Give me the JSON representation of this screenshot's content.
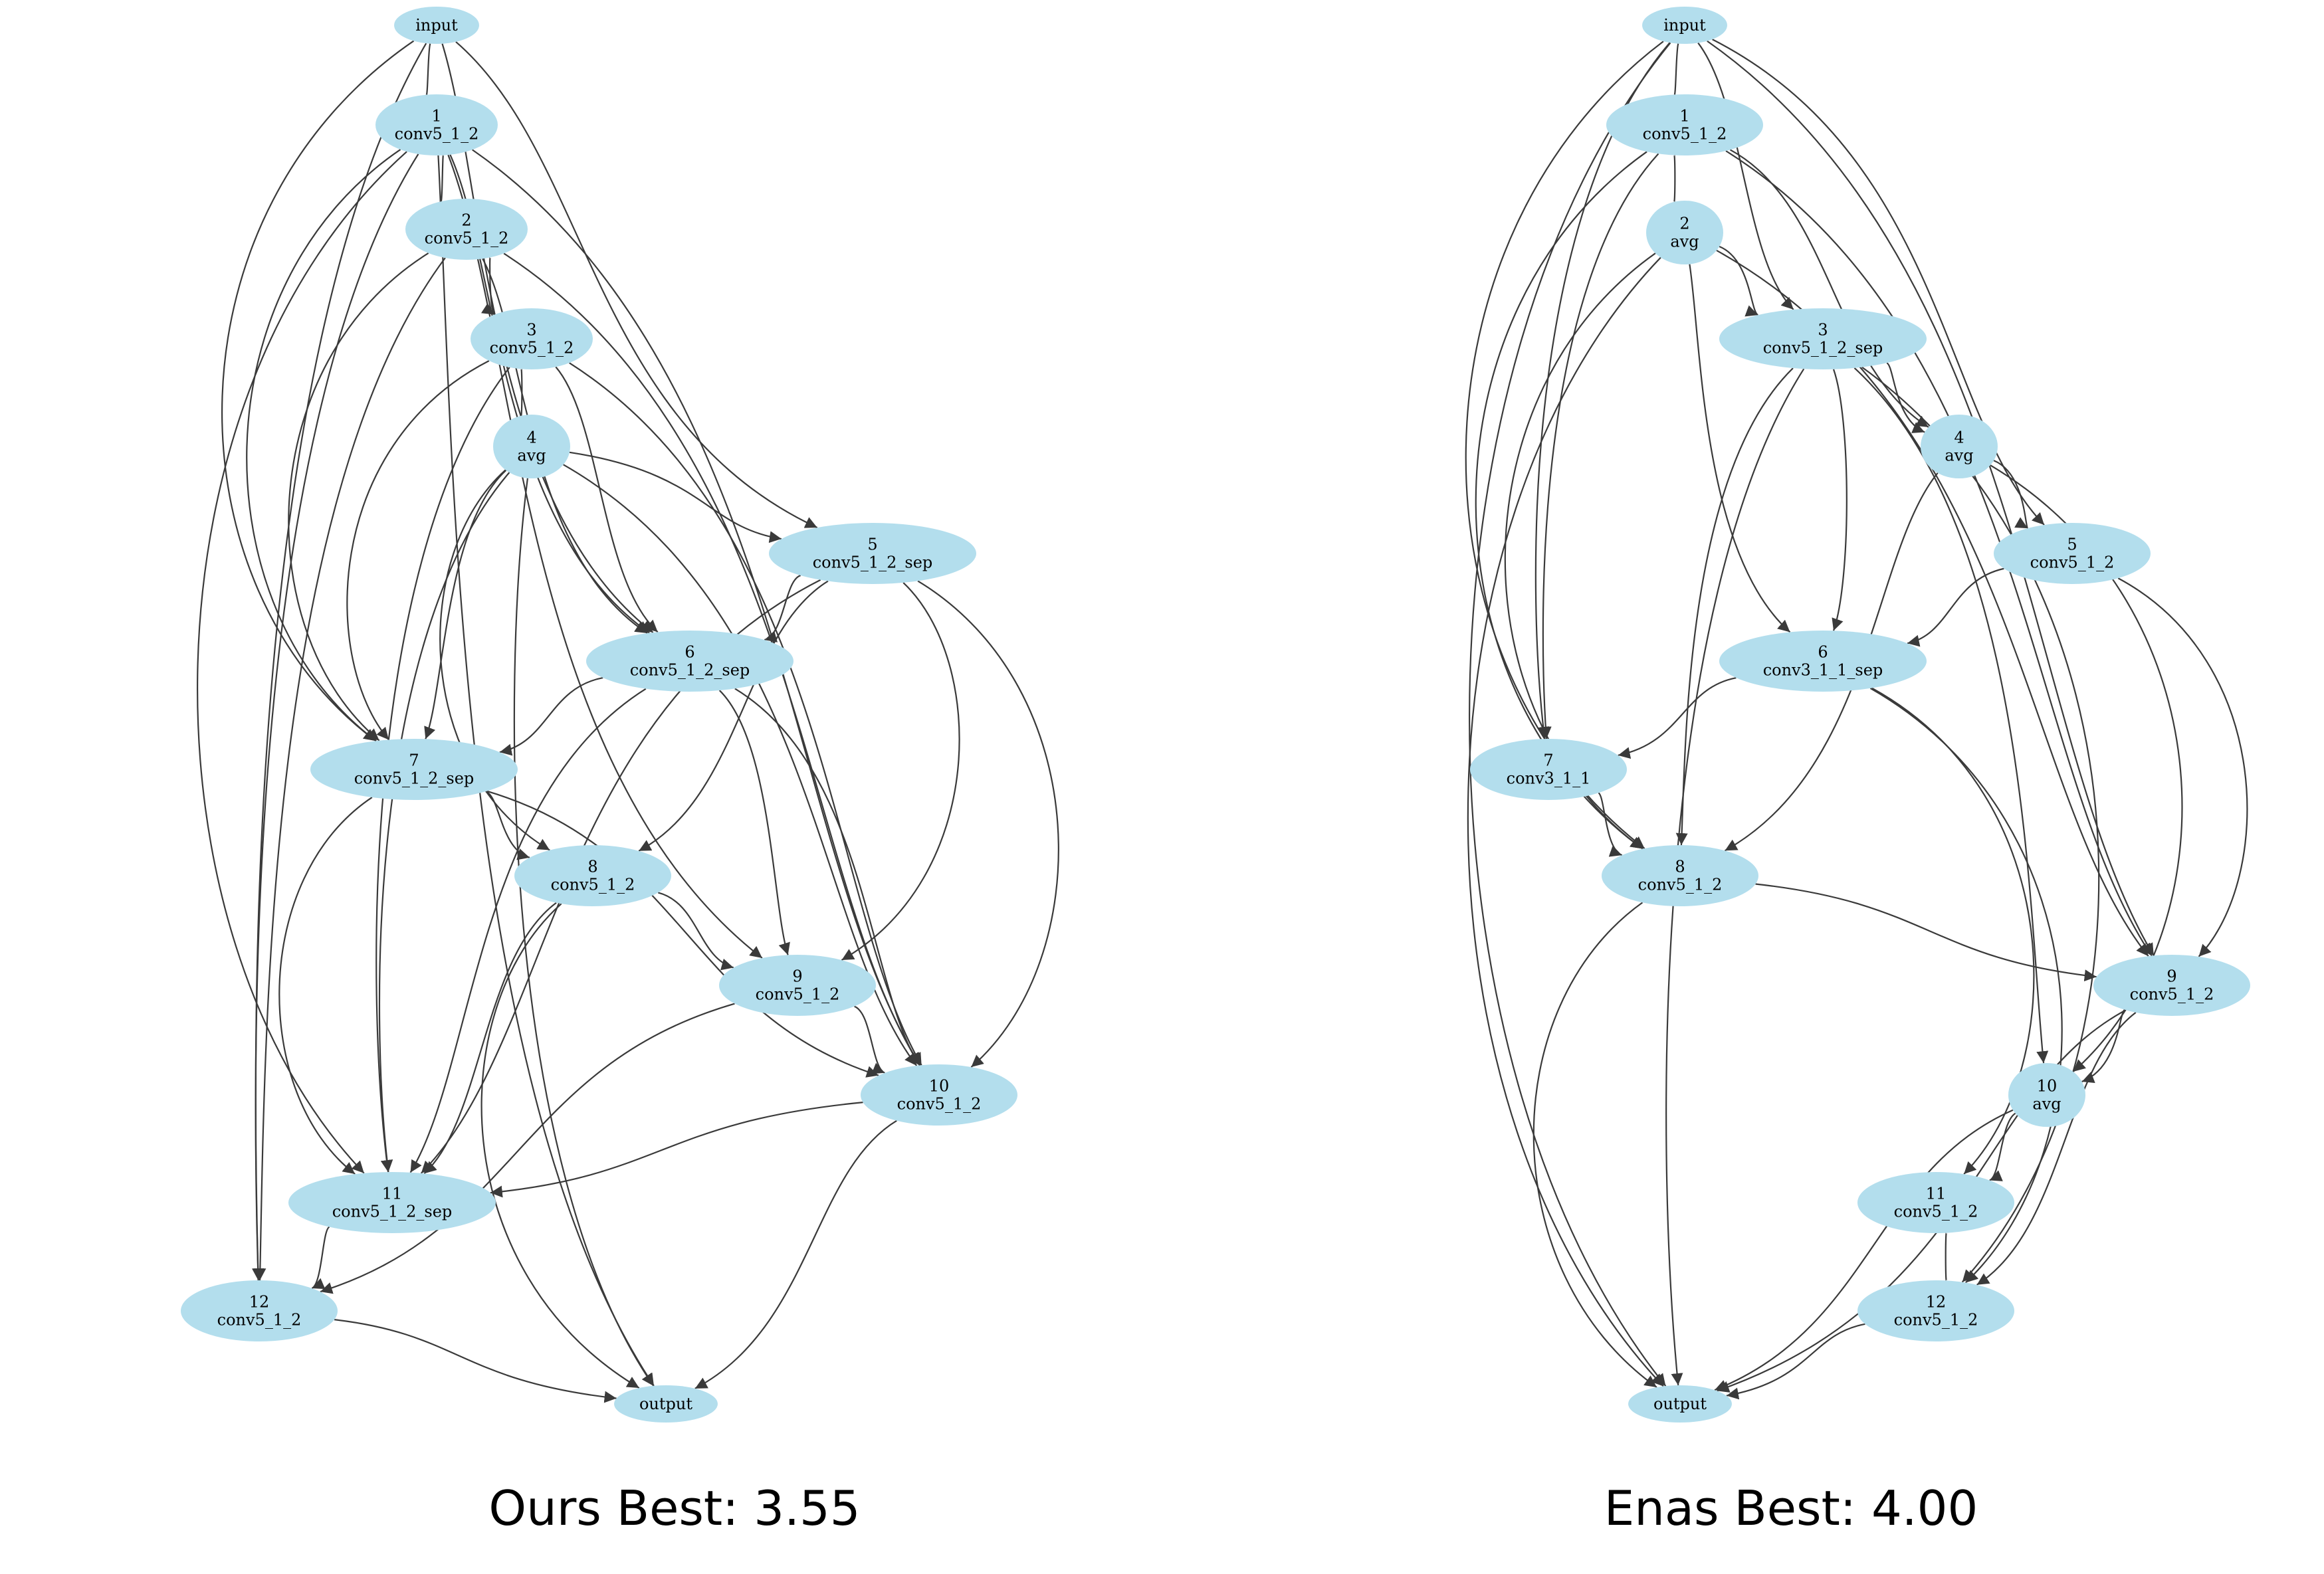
{
  "colors": {
    "node_fill": "#b3deed",
    "edge": "#3a3a3a",
    "text": "#000000"
  },
  "graphs": [
    {
      "caption": "Ours Best: 3.55",
      "nodes": [
        {
          "id": "input",
          "lines": [
            "input"
          ]
        },
        {
          "id": "n1",
          "lines": [
            "1",
            "conv5_1_2"
          ]
        },
        {
          "id": "n2",
          "lines": [
            "2",
            "conv5_1_2"
          ]
        },
        {
          "id": "n3",
          "lines": [
            "3",
            "conv5_1_2"
          ]
        },
        {
          "id": "n4",
          "lines": [
            "4",
            "avg"
          ]
        },
        {
          "id": "n5",
          "lines": [
            "5",
            "conv5_1_2_sep"
          ]
        },
        {
          "id": "n6",
          "lines": [
            "6",
            "conv5_1_2_sep"
          ]
        },
        {
          "id": "n7",
          "lines": [
            "7",
            "conv5_1_2_sep"
          ]
        },
        {
          "id": "n8",
          "lines": [
            "8",
            "conv5_1_2"
          ]
        },
        {
          "id": "n9",
          "lines": [
            "9",
            "conv5_1_2"
          ]
        },
        {
          "id": "n10",
          "lines": [
            "10",
            "conv5_1_2"
          ]
        },
        {
          "id": "n11",
          "lines": [
            "11",
            "conv5_1_2_sep"
          ]
        },
        {
          "id": "n12",
          "lines": [
            "12",
            "conv5_1_2"
          ]
        },
        {
          "id": "output",
          "lines": [
            "output"
          ]
        }
      ],
      "edges": [
        [
          "input",
          "n1"
        ],
        [
          "input",
          "n5"
        ],
        [
          "input",
          "n6"
        ],
        [
          "input",
          "n7"
        ],
        [
          "input",
          "n12"
        ],
        [
          "n1",
          "n2"
        ],
        [
          "n1",
          "n6"
        ],
        [
          "n1",
          "n7"
        ],
        [
          "n1",
          "n9"
        ],
        [
          "n1",
          "n10"
        ],
        [
          "n1",
          "n11"
        ],
        [
          "n1",
          "n12"
        ],
        [
          "n1",
          "output"
        ],
        [
          "n2",
          "n3"
        ],
        [
          "n2",
          "n6"
        ],
        [
          "n2",
          "n7"
        ],
        [
          "n2",
          "n10"
        ],
        [
          "n2",
          "n12"
        ],
        [
          "n3",
          "n4"
        ],
        [
          "n3",
          "n6"
        ],
        [
          "n3",
          "n7"
        ],
        [
          "n3",
          "n10"
        ],
        [
          "n3",
          "n11"
        ],
        [
          "n4",
          "n5"
        ],
        [
          "n4",
          "n7"
        ],
        [
          "n4",
          "n8"
        ],
        [
          "n4",
          "n10"
        ],
        [
          "n4",
          "n11"
        ],
        [
          "n4",
          "output"
        ],
        [
          "n5",
          "n6"
        ],
        [
          "n5",
          "n8"
        ],
        [
          "n5",
          "n9"
        ],
        [
          "n5",
          "n10"
        ],
        [
          "n5",
          "n11"
        ],
        [
          "n6",
          "n7"
        ],
        [
          "n6",
          "n9"
        ],
        [
          "n6",
          "n10"
        ],
        [
          "n6",
          "n11"
        ],
        [
          "n7",
          "n8"
        ],
        [
          "n7",
          "n10"
        ],
        [
          "n7",
          "n11"
        ],
        [
          "n8",
          "n9"
        ],
        [
          "n8",
          "n11"
        ],
        [
          "n8",
          "output"
        ],
        [
          "n9",
          "n10"
        ],
        [
          "n9",
          "n12"
        ],
        [
          "n10",
          "n11"
        ],
        [
          "n10",
          "output"
        ],
        [
          "n11",
          "n12"
        ],
        [
          "n12",
          "output"
        ]
      ]
    },
    {
      "caption": "Enas Best: 4.00",
      "nodes": [
        {
          "id": "input",
          "lines": [
            "input"
          ]
        },
        {
          "id": "n1",
          "lines": [
            "1",
            "conv5_1_2"
          ]
        },
        {
          "id": "n2",
          "lines": [
            "2",
            "avg"
          ]
        },
        {
          "id": "n3",
          "lines": [
            "3",
            "conv5_1_2_sep"
          ]
        },
        {
          "id": "n4",
          "lines": [
            "4",
            "avg"
          ]
        },
        {
          "id": "n5",
          "lines": [
            "5",
            "conv5_1_2"
          ]
        },
        {
          "id": "n6",
          "lines": [
            "6",
            "conv3_1_1_sep"
          ]
        },
        {
          "id": "n7",
          "lines": [
            "7",
            "conv3_1_1"
          ]
        },
        {
          "id": "n8",
          "lines": [
            "8",
            "conv5_1_2"
          ]
        },
        {
          "id": "n9",
          "lines": [
            "9",
            "conv5_1_2"
          ]
        },
        {
          "id": "n10",
          "lines": [
            "10",
            "avg"
          ]
        },
        {
          "id": "n11",
          "lines": [
            "11",
            "conv5_1_2"
          ]
        },
        {
          "id": "n12",
          "lines": [
            "12",
            "conv5_1_2"
          ]
        },
        {
          "id": "output",
          "lines": [
            "output"
          ]
        }
      ],
      "edges": [
        [
          "input",
          "n1"
        ],
        [
          "input",
          "n3"
        ],
        [
          "input",
          "n5"
        ],
        [
          "input",
          "n7"
        ],
        [
          "input",
          "n8"
        ],
        [
          "input",
          "n9"
        ],
        [
          "input",
          "output"
        ],
        [
          "n1",
          "n2"
        ],
        [
          "n1",
          "n4"
        ],
        [
          "n1",
          "n7"
        ],
        [
          "n1",
          "n8"
        ],
        [
          "n1",
          "n9"
        ],
        [
          "n2",
          "n3"
        ],
        [
          "n2",
          "n6"
        ],
        [
          "n2",
          "n8"
        ],
        [
          "n2",
          "n9"
        ],
        [
          "n2",
          "output"
        ],
        [
          "n3",
          "n4"
        ],
        [
          "n3",
          "n6"
        ],
        [
          "n3",
          "n8"
        ],
        [
          "n3",
          "n10"
        ],
        [
          "n3",
          "n12"
        ],
        [
          "n3",
          "output"
        ],
        [
          "n4",
          "n5"
        ],
        [
          "n4",
          "n8"
        ],
        [
          "n4",
          "n10"
        ],
        [
          "n5",
          "n6"
        ],
        [
          "n5",
          "n9"
        ],
        [
          "n6",
          "n7"
        ],
        [
          "n6",
          "n11"
        ],
        [
          "n6",
          "n12"
        ],
        [
          "n7",
          "n8"
        ],
        [
          "n8",
          "n9"
        ],
        [
          "n8",
          "output"
        ],
        [
          "n9",
          "n10"
        ],
        [
          "n9",
          "n12"
        ],
        [
          "n9",
          "output"
        ],
        [
          "n10",
          "n11"
        ],
        [
          "n10",
          "output"
        ],
        [
          "n11",
          "n12"
        ],
        [
          "n12",
          "output"
        ]
      ]
    }
  ]
}
